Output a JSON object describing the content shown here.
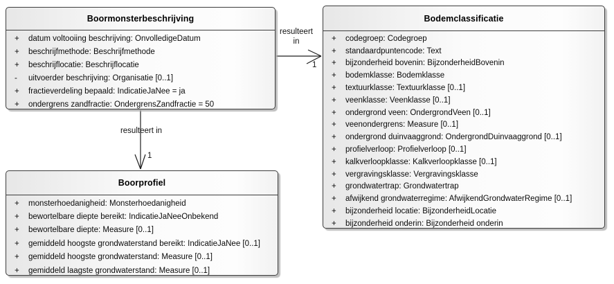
{
  "diagram": {
    "classes": [
      {
        "title": "Boormonsterbeschrijving",
        "attributes": [
          {
            "vis": "+",
            "text": "datum voltooiing beschrijving: OnvolledigeDatum"
          },
          {
            "vis": "+",
            "text": "beschrijfmethode: Beschrijfmethode"
          },
          {
            "vis": "+",
            "text": "beschrijflocatie: Beschrijflocatie"
          },
          {
            "vis": "-",
            "text": "uitvoerder beschrijving: Organisatie [0..1]"
          },
          {
            "vis": "+",
            "text": "fractieverdeling bepaald: IndicatieJaNee = ja"
          },
          {
            "vis": "+",
            "text": "ondergrens zandfractie: OndergrensZandfractie = 50"
          }
        ]
      },
      {
        "title": "Bodemclassificatie",
        "attributes": [
          {
            "vis": "+",
            "text": "codegroep: Codegroep"
          },
          {
            "vis": "+",
            "text": "standaardpuntencode: Text"
          },
          {
            "vis": "+",
            "text": "bijzonderheid bovenin: BijzonderheidBovenin"
          },
          {
            "vis": "+",
            "text": "bodemklasse: Bodemklasse"
          },
          {
            "vis": "+",
            "text": "textuurklasse: Textuurklasse [0..1]"
          },
          {
            "vis": "+",
            "text": "veenklasse: Veenklasse [0..1]"
          },
          {
            "vis": "+",
            "text": "ondergrond veen: OndergrondVeen [0..1]"
          },
          {
            "vis": "+",
            "text": "veenondergrens: Measure [0..1]"
          },
          {
            "vis": "+",
            "text": "ondergrond duinvaaggrond: OndergrondDuinvaaggrond [0..1]"
          },
          {
            "vis": "+",
            "text": "profielverloop: Profielverloop [0..1]"
          },
          {
            "vis": "+",
            "text": "kalkverloopklasse: Kalkverloopklasse [0..1]"
          },
          {
            "vis": "+",
            "text": "vergravingsklasse: Vergravingsklasse"
          },
          {
            "vis": "+",
            "text": "grondwatertrap: Grondwatertrap"
          },
          {
            "vis": "+",
            "text": "afwijkend grondwaterregime: AfwijkendGrondwaterRegime [0..1]"
          },
          {
            "vis": "+",
            "text": "bijzonderheid locatie: BijzonderheidLocatie"
          },
          {
            "vis": "+",
            "text": "bijzonderheid onderin: Bijzonderheid onderin"
          }
        ]
      },
      {
        "title": "Boorprofiel",
        "attributes": [
          {
            "vis": "+",
            "text": "monsterhoedanigheid: Monsterhoedanigheid"
          },
          {
            "vis": "+",
            "text": "bewortelbare diepte bereikt: IndicatieJaNeeOnbekend"
          },
          {
            "vis": "+",
            "text": "bewortelbare diepte: Measure [0..1]"
          },
          {
            "vis": "+",
            "text": "gemiddeld hoogste grondwaterstand bereikt: IndicatieJaNee [0..1]"
          },
          {
            "vis": "+",
            "text": "gemiddeld hoogste grondwaterstand: Measure [0..1]"
          },
          {
            "vis": "+",
            "text": "gemiddeld laagste grondwaterstand: Measure [0..1]"
          }
        ]
      }
    ],
    "associations": [
      {
        "label_top": "resulteert",
        "label_bottom": "in",
        "target_multiplicity": "1"
      },
      {
        "label": "resulteert in",
        "target_multiplicity": "1"
      }
    ]
  }
}
